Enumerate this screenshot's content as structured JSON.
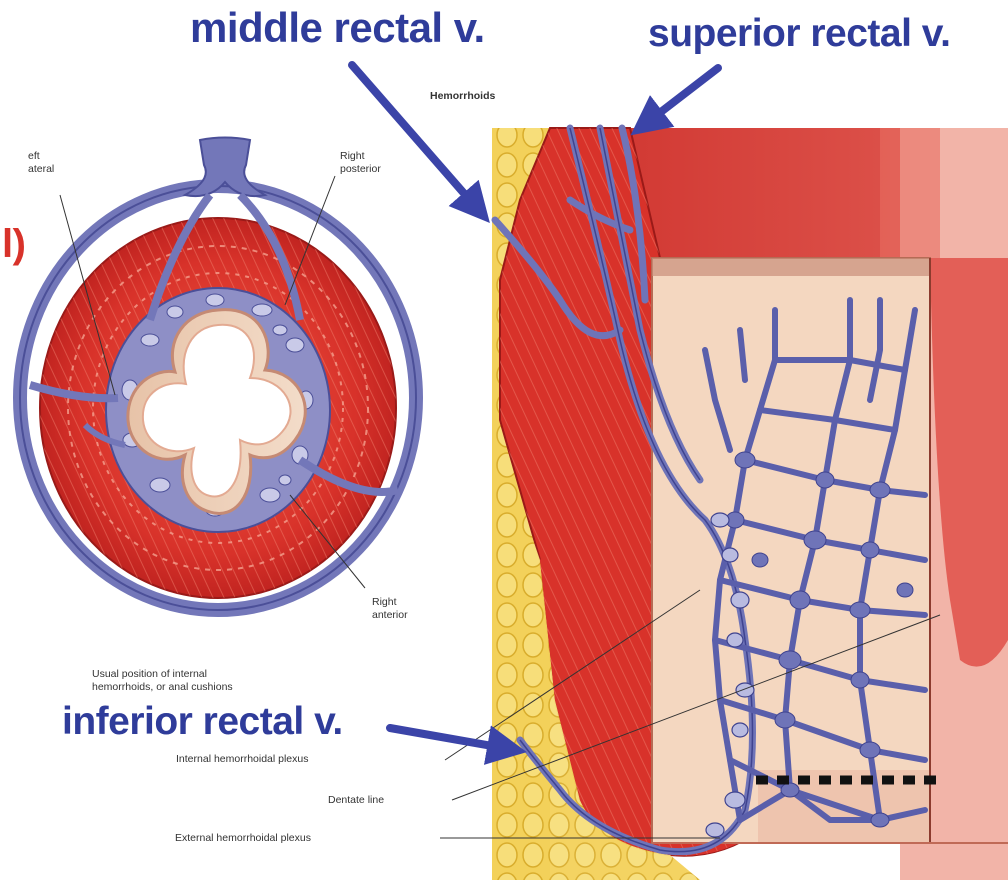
{
  "labels": {
    "middle_rectal": "middle rectal v.",
    "superior_rectal": "superior rectal v.",
    "inferior_rectal": "inferior rectal v.",
    "hemorrhoids": "Hemorrhoids",
    "left_lateral_line1": "eft",
    "left_lateral_line2": "ateral",
    "right_posterior_line1": "Right",
    "right_posterior_line2": "posterior",
    "right_anterior_line1": "Right",
    "right_anterior_line2": "anterior",
    "usual_position_line1": "Usual position of internal",
    "usual_position_line2": "hemorrhoids, or anal cushions",
    "internal_plexus": "Internal hemorrhoidal plexus",
    "dentate_line": "Dentate line",
    "external_plexus": "External hemorrhoidal plexus",
    "partial_marker": "l)"
  },
  "colors": {
    "label_blue": "#2f3c9a",
    "arrow_blue": "#3b44a8",
    "muscle_red": "#d8322a",
    "vein_blue": "#6f74b8",
    "fat_yellow": "#f0c94a",
    "mucosa_pink": "#f0c9b4"
  }
}
